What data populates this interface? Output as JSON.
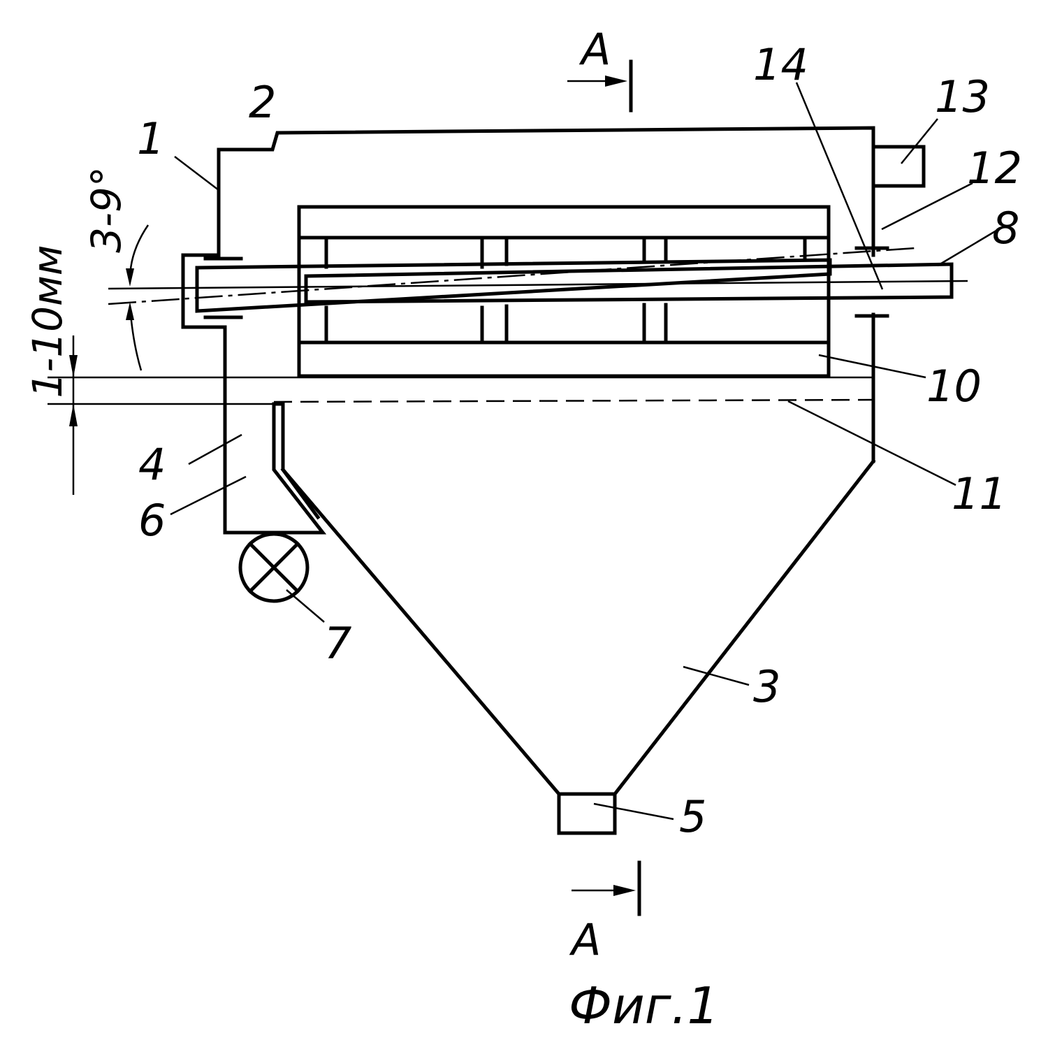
{
  "figure": {
    "caption": "Фиг.1",
    "section_label_top": "А",
    "section_label_bottom": "А",
    "dimension_gap": "1-10мм",
    "dimension_angle": "3-9°",
    "callouts": [
      {
        "id": "1",
        "text": "1"
      },
      {
        "id": "2",
        "text": "2"
      },
      {
        "id": "3",
        "text": "3"
      },
      {
        "id": "4",
        "text": "4"
      },
      {
        "id": "5",
        "text": "5"
      },
      {
        "id": "6",
        "text": "6"
      },
      {
        "id": "7",
        "text": "7"
      },
      {
        "id": "8",
        "text": "8"
      },
      {
        "id": "10",
        "text": "10"
      },
      {
        "id": "11",
        "text": "11"
      },
      {
        "id": "12",
        "text": "12"
      },
      {
        "id": "13",
        "text": "13"
      },
      {
        "id": "14",
        "text": "14"
      }
    ]
  }
}
